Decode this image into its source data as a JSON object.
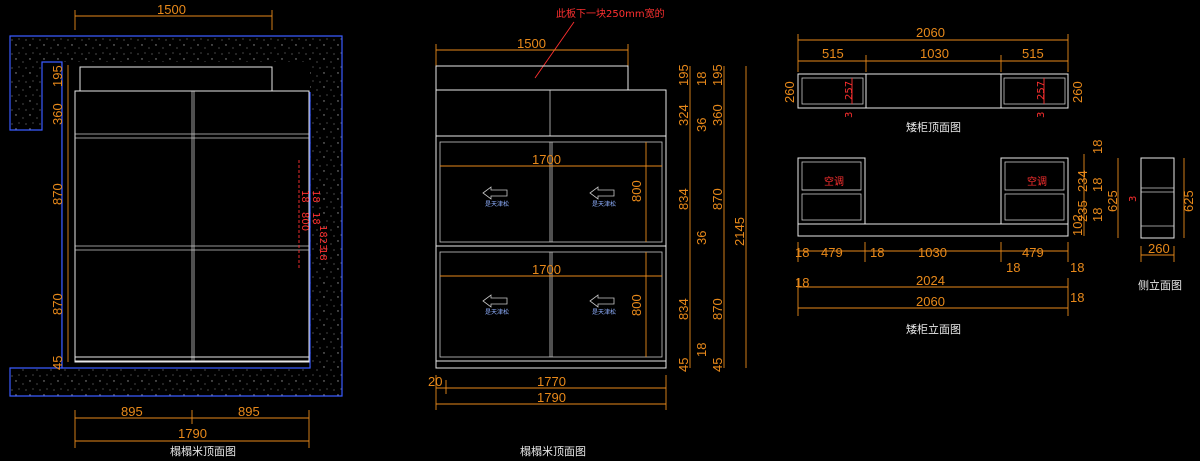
{
  "drawings": {
    "tatami_plan": {
      "caption": "榻榻米顶面图",
      "top_width": "1500",
      "bottom_halves": [
        "895",
        "895"
      ],
      "bottom_total": "1790",
      "left_heights": [
        "195",
        "360",
        "870",
        "870",
        "45"
      ],
      "red_notes": [
        "18",
        "800",
        "18",
        "18",
        "1823",
        "18"
      ]
    },
    "tatami_elevation": {
      "caption": "榻榻米顶面图",
      "note": "此板下一块250mm宽的",
      "top_width": "1500",
      "inner_width_upper": "1700",
      "inner_width_lower": "1700",
      "door_height_upper": "800",
      "door_height_lower": "800",
      "door_label": "是天津松",
      "bottom_offset": "20",
      "bottom_inner": "1770",
      "bottom_total": "1790",
      "right_col1": [
        "195",
        "324",
        "36",
        "834",
        "36",
        "834",
        "18",
        "45"
      ],
      "right_col1b": [
        "18"
      ],
      "right_col2": [
        "195",
        "360",
        "870",
        "870",
        "45"
      ],
      "right_total": "2145"
    },
    "low_cabinet_top": {
      "caption": "矮柜顶面图",
      "total": "2060",
      "parts": [
        "515",
        "1030",
        "515"
      ],
      "left_depth": "260",
      "right_depth": "260",
      "red_dims": [
        "257",
        "3",
        "257",
        "3"
      ]
    },
    "low_cabinet_elevation": {
      "caption": "矮柜立面图",
      "bottom_parts": [
        "18",
        "479",
        "18",
        "1030",
        "18",
        "479",
        "18"
      ],
      "row2": [
        "18",
        "2024",
        "18"
      ],
      "total": "2060",
      "right_dims": [
        "18",
        "234",
        "18",
        "235",
        "18",
        "102"
      ],
      "red_labels": [
        "空调",
        "空调"
      ]
    },
    "side_elevation": {
      "caption": "侧立面图",
      "depth": "260",
      "height_left": "625",
      "height_right": "625",
      "red_mark": "3"
    }
  }
}
